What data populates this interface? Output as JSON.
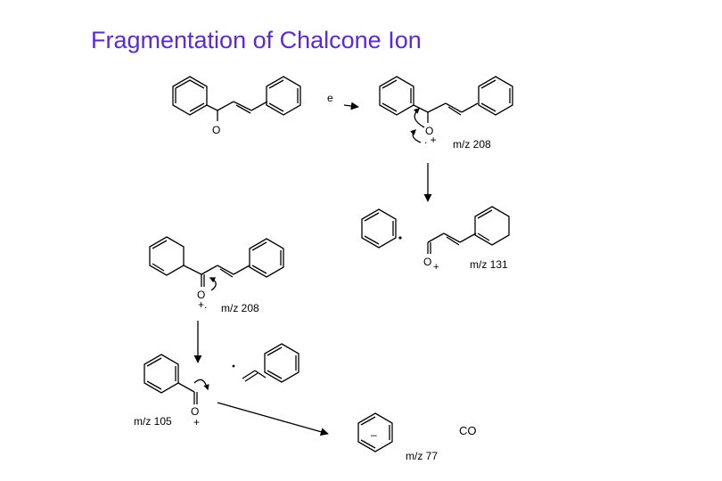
{
  "title": "Fragmentation of Chalcone Ion",
  "labels": {
    "electron": "e",
    "o_reactant": "O",
    "o_ion1": "O",
    "charge_ion1": ". +",
    "mz_ion1": "m/z 208",
    "o_acylium131": "O",
    "charge_acylium131": "+",
    "mz_131": "m/z 131",
    "o_ion2": "O",
    "charge_ion2": "+.",
    "mz_ion2": "m/z 208",
    "o_benzoyl": "O",
    "charge_benzoyl": "+",
    "mz_105": "m/z 105",
    "charge_phenyl": "–",
    "mz_77": "m/z 77",
    "co": "CO"
  },
  "colors": {
    "title": "#5a2ad8",
    "line": "#000000"
  }
}
